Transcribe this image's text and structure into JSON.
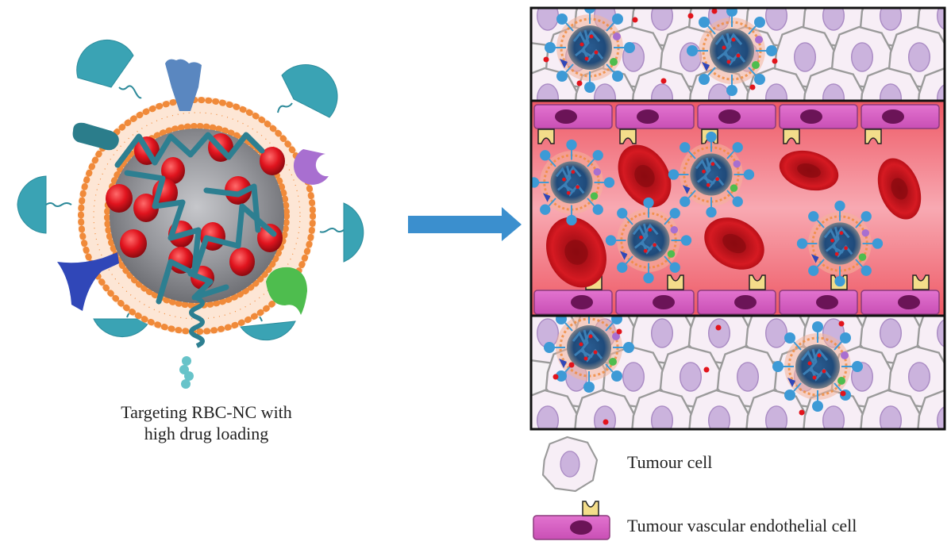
{
  "figure": {
    "left_panel": {
      "caption_line1": "Targeting RBC-NC with",
      "caption_line2": "high drug loading"
    },
    "legend": {
      "items": [
        {
          "icon": "tumour-cell-icon",
          "label": "Tumour cell"
        },
        {
          "icon": "endothelial-cell-icon",
          "label": "Tumour vascular endothelial cell"
        }
      ]
    },
    "colors": {
      "arrow": "#3b8fce",
      "membrane": "#f08a3a",
      "core": "#8e8f94",
      "ligand_teal": "#3aa3b4",
      "drug_red": "#d8121b",
      "polymer": "#2d7f91",
      "vessel": "#f1747d",
      "endothelium": "#d865c4",
      "nucleus": "#6b1457",
      "rbc": "#c3121a",
      "tumour_cell_fill": "#f7eef6",
      "tumour_nucleus": "#cbb3dd",
      "receptor": "#f3dd8a"
    }
  }
}
